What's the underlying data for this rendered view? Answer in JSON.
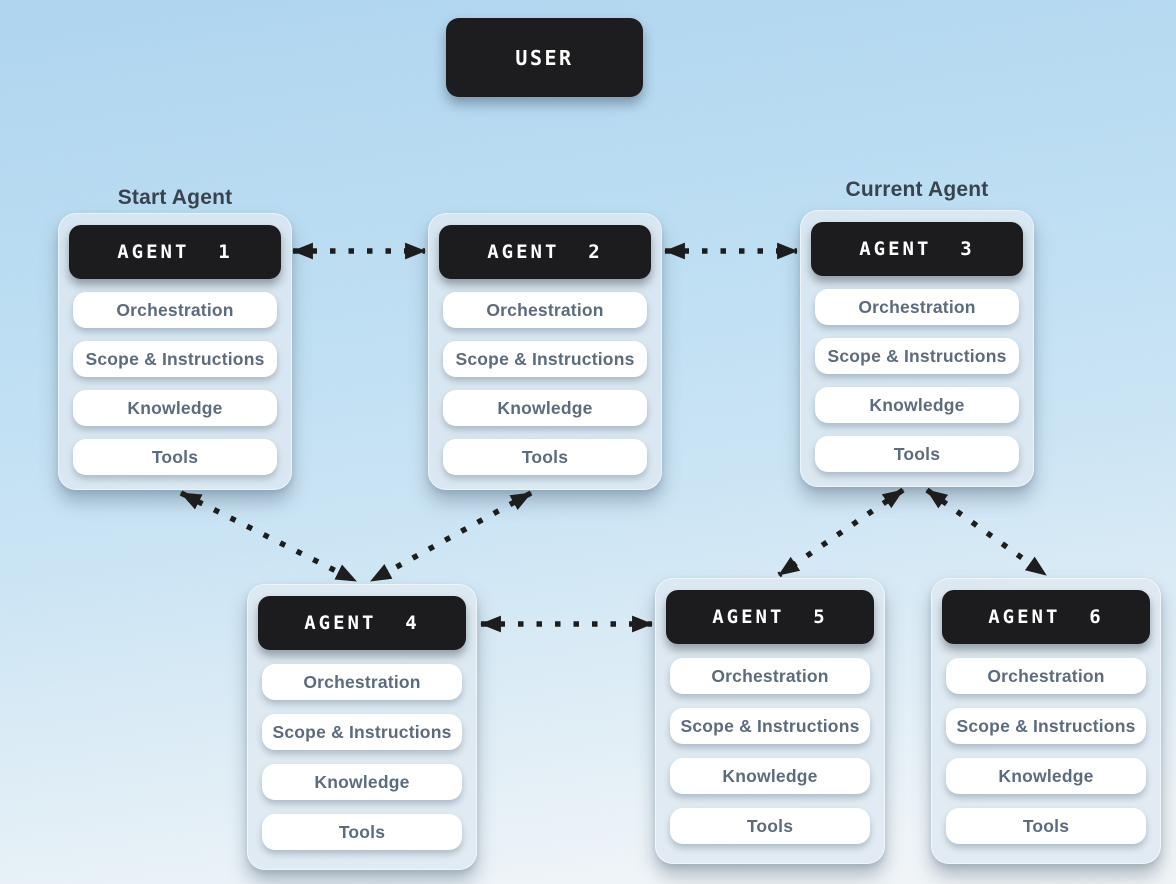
{
  "user_node": {
    "label": "USER"
  },
  "annotations": {
    "start_agent": "Start Agent",
    "current_agent": "Current Agent"
  },
  "sections": [
    "Orchestration",
    "Scope & Instructions",
    "Knowledge",
    "Tools"
  ],
  "agents": [
    {
      "id": "agent-1",
      "title": "AGENT  1"
    },
    {
      "id": "agent-2",
      "title": "AGENT  2"
    },
    {
      "id": "agent-3",
      "title": "AGENT  3"
    },
    {
      "id": "agent-4",
      "title": "AGENT  4"
    },
    {
      "id": "agent-5",
      "title": "AGENT  5"
    },
    {
      "id": "agent-6",
      "title": "AGENT  6"
    }
  ],
  "edges": [
    {
      "from": "agent-1",
      "to": "agent-2",
      "style": "dotted",
      "heads": "both"
    },
    {
      "from": "agent-2",
      "to": "agent-3",
      "style": "dotted",
      "heads": "both"
    },
    {
      "from": "agent-4",
      "to": "agent-5",
      "style": "dotted",
      "heads": "both"
    },
    {
      "from": "agent-1",
      "to": "agent-4",
      "style": "dotted",
      "heads": "both"
    },
    {
      "from": "agent-2",
      "to": "agent-4",
      "style": "dotted",
      "heads": "both"
    },
    {
      "from": "agent-3",
      "to": "agent-5",
      "style": "dotted",
      "heads": "both"
    },
    {
      "from": "agent-3",
      "to": "agent-6",
      "style": "dotted",
      "heads": "both"
    }
  ],
  "colors": {
    "node_header_bg": "#1c1c1e",
    "node_header_text": "#ffffff",
    "pill_bg": "#ffffff",
    "pill_text": "#5c6c7e",
    "arrow": "#1d1d1d",
    "background_top": "#abd3ee",
    "background_bottom": "#f0f4f6",
    "annotation_text": "#39434d"
  }
}
